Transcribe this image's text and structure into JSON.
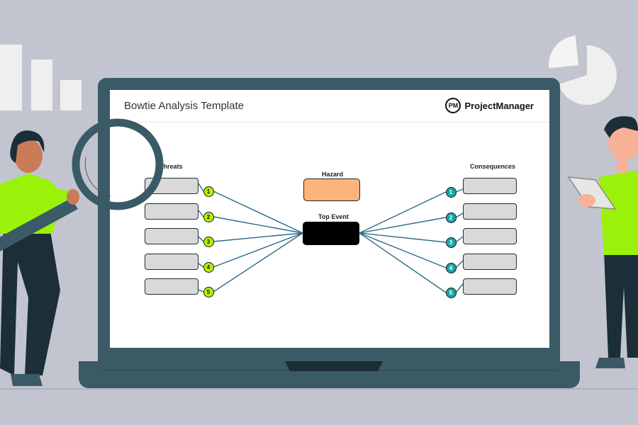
{
  "template": {
    "title": "Bowtie Analysis Template",
    "brand": {
      "logo_text": "PM",
      "name": "ProjectManager"
    }
  },
  "diagram": {
    "threats_label": "Threats",
    "consequences_label": "Consequences",
    "hazard_label": "Hazard",
    "top_event_label": "Top Event",
    "threats": [
      {
        "number": "1",
        "text": ""
      },
      {
        "number": "2",
        "text": ""
      },
      {
        "number": "3",
        "text": ""
      },
      {
        "number": "4",
        "text": ""
      },
      {
        "number": "5",
        "text": ""
      }
    ],
    "consequences": [
      {
        "number": "1",
        "text": ""
      },
      {
        "number": "2",
        "text": ""
      },
      {
        "number": "3",
        "text": ""
      },
      {
        "number": "4",
        "text": ""
      },
      {
        "number": "5",
        "text": ""
      }
    ],
    "colors": {
      "threat_marker": "#b5f000",
      "consequence_marker": "#17a6a6",
      "hazard": "#fdb47c",
      "top_event": "#000000",
      "connector": "#2e6b88",
      "box_fill": "#d9d9d9"
    }
  },
  "illustration": {
    "left_figure": "woman-holding-magnifying-glass",
    "right_figure": "man-holding-tablet",
    "background_icons": [
      "bar-chart-icon",
      "pie-chart-icon"
    ]
  }
}
